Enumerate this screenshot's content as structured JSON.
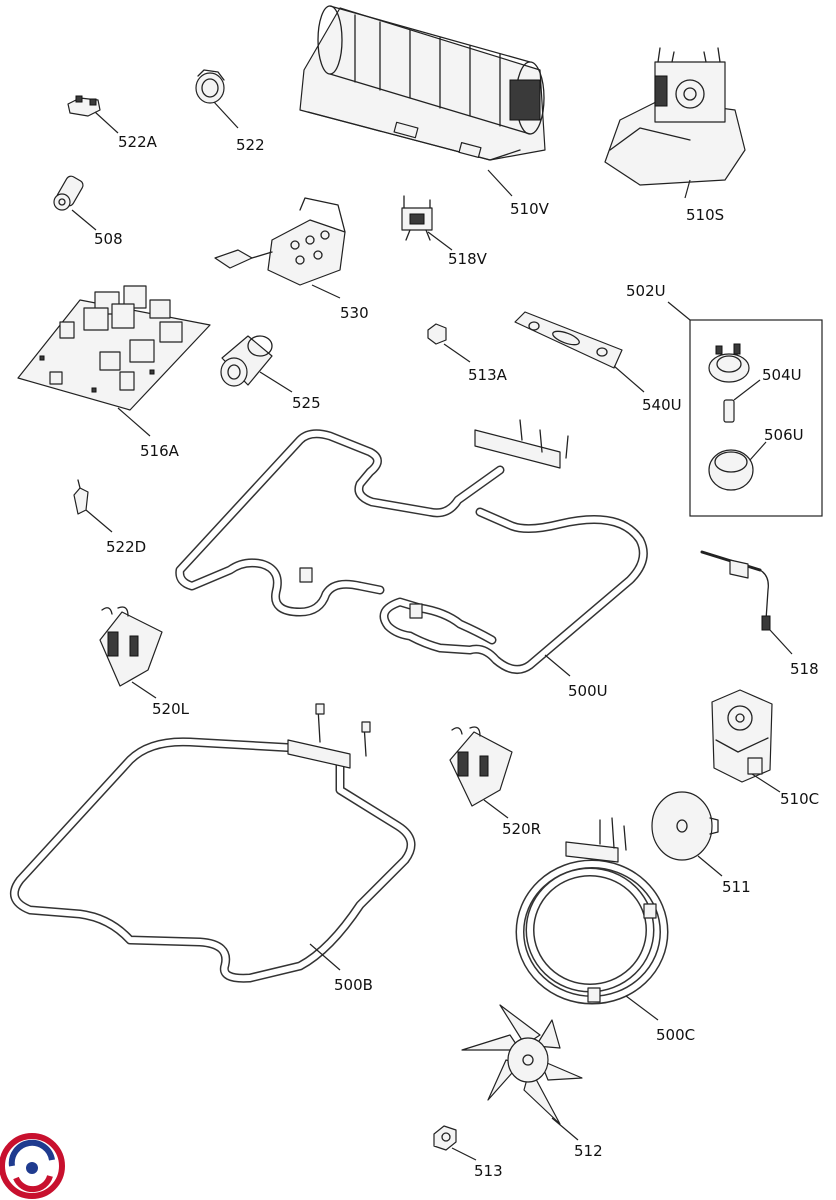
{
  "diagram": {
    "labels": {
      "l522A": "522A",
      "l522": "522",
      "l510V": "510V",
      "l510S": "510S",
      "l508": "508",
      "l518V": "518V",
      "l530": "530",
      "l502U": "502U",
      "l516A": "516A",
      "l525": "525",
      "l513A": "513A",
      "l540U": "540U",
      "l504U": "504U",
      "l506U": "506U",
      "l522D": "522D",
      "l500U": "500U",
      "l518": "518",
      "l520L": "520L",
      "l510C": "510C",
      "l520R": "520R",
      "l511": "511",
      "l500B": "500B",
      "l500C": "500C",
      "l512": "512",
      "l513": "513"
    },
    "logo": {
      "primary_color": "#c8102e",
      "secondary_color": "#1f3b8f"
    }
  }
}
